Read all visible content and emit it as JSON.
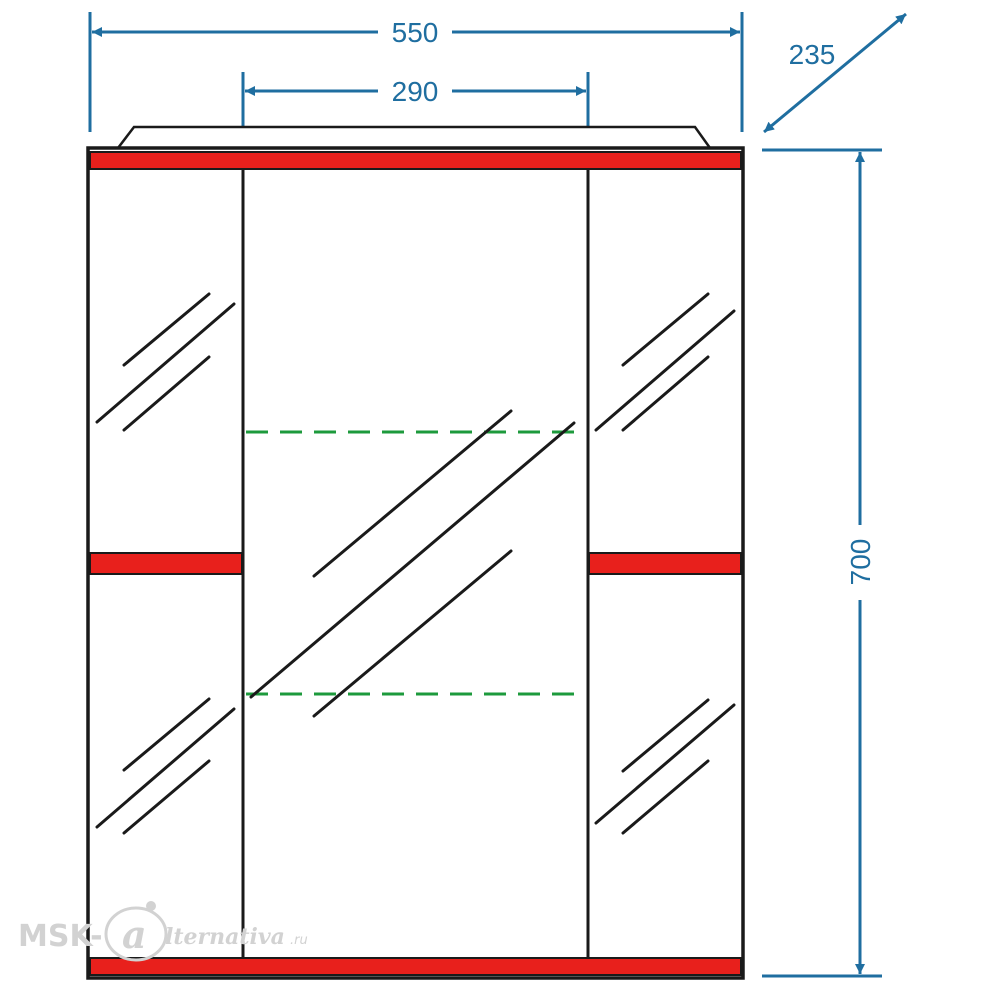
{
  "dimensions": {
    "total_width": "550",
    "mirror_width": "290",
    "depth": "235",
    "height": "700"
  },
  "watermark": {
    "prefix": "MSK-",
    "suffix": "lternativa",
    "tld": ".ru"
  },
  "colors": {
    "dimension_line": "#1f6ea0",
    "outline": "#1a1a1a",
    "accent_panel": "#e8201c",
    "shelf_dashed": "#1d9a3c"
  }
}
